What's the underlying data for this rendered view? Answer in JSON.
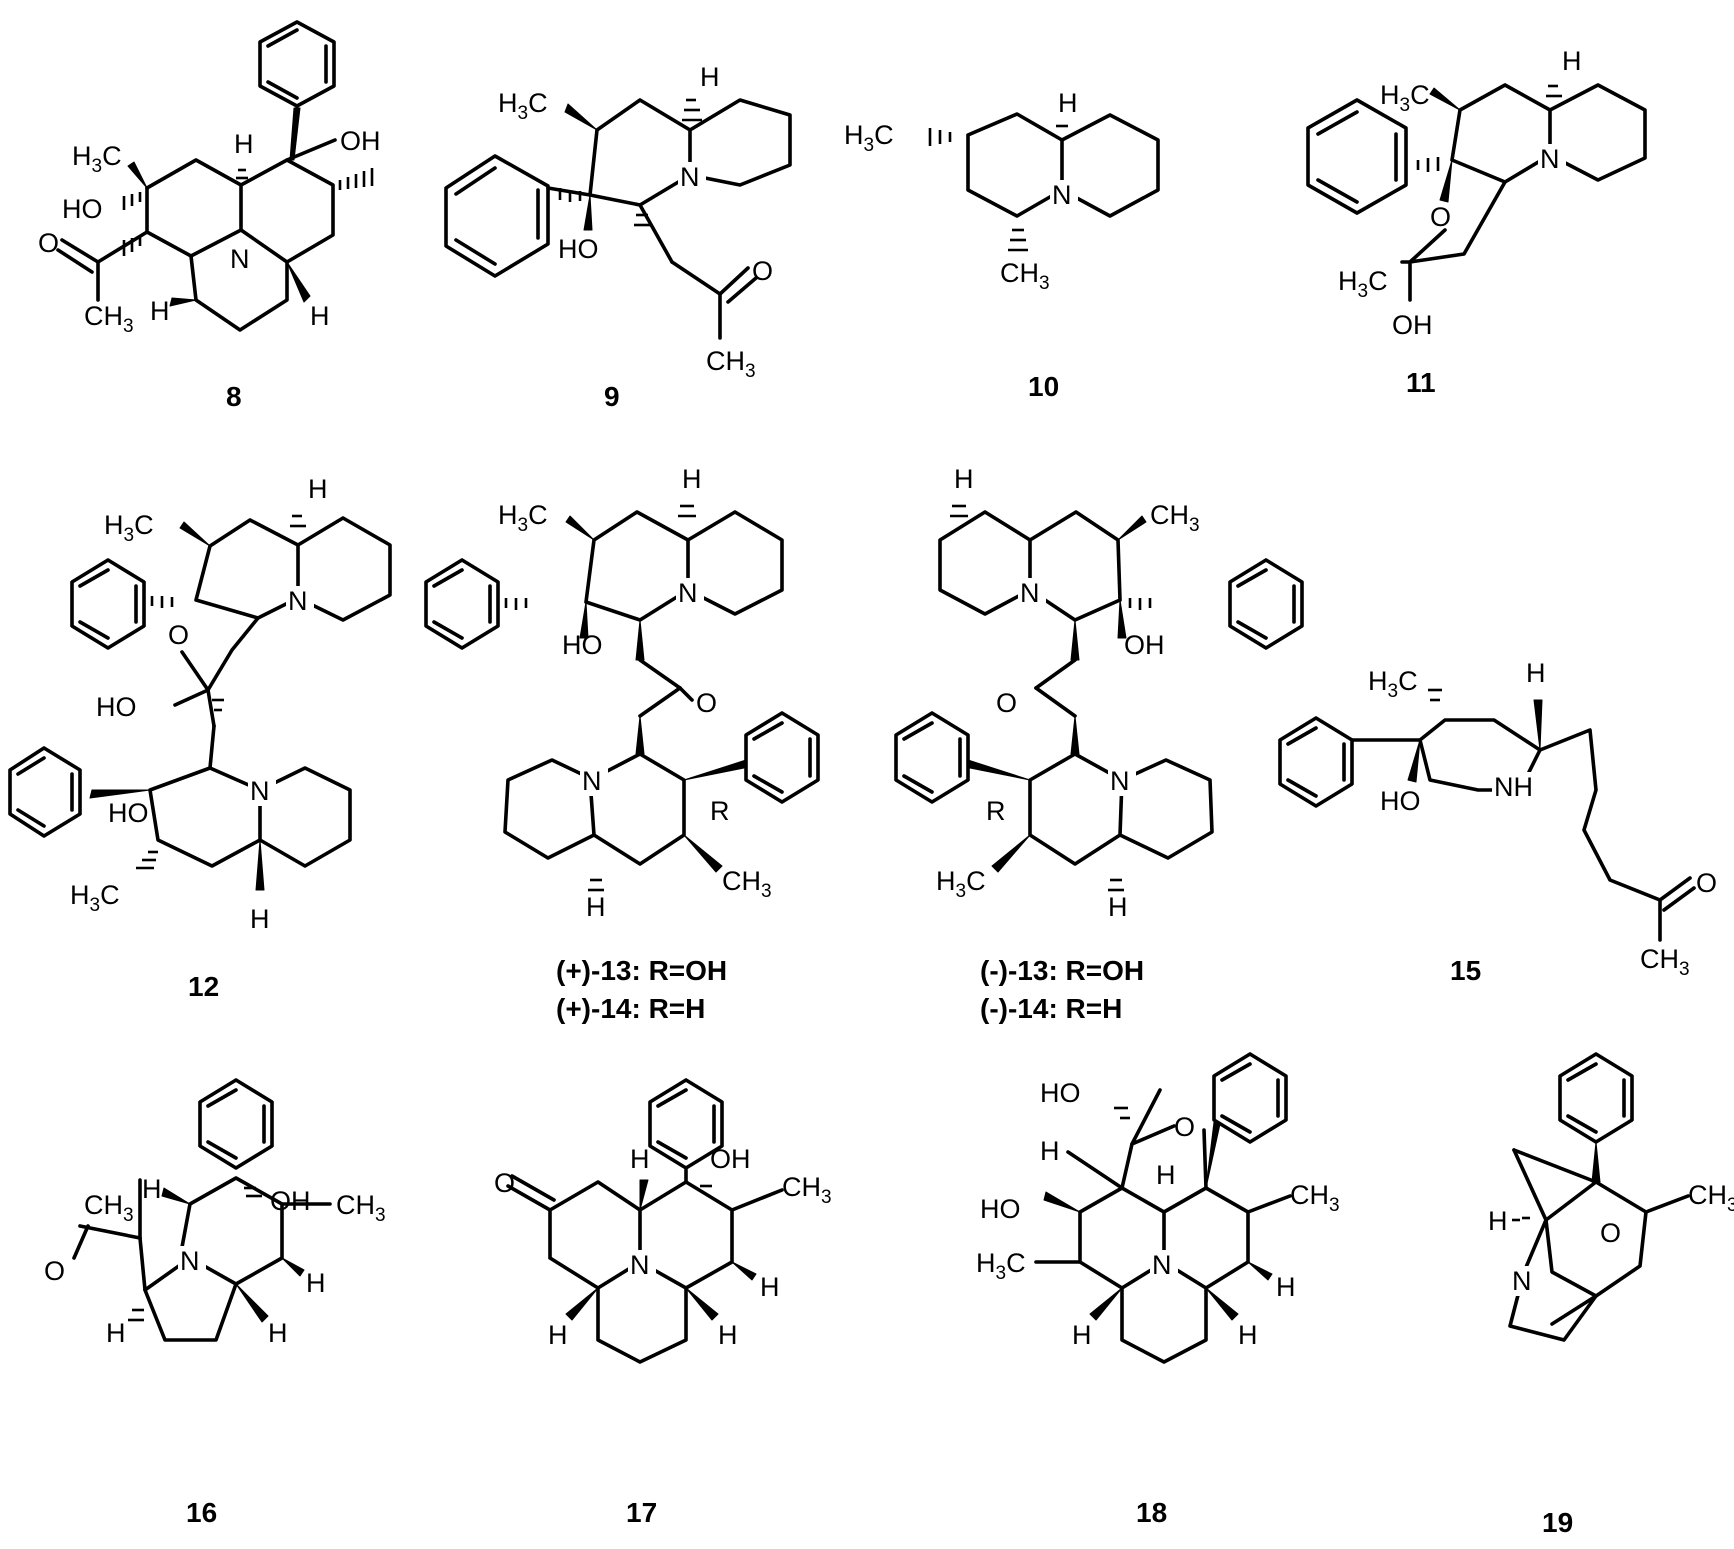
{
  "figure": {
    "compounds": [
      {
        "id": "8",
        "label": "8"
      },
      {
        "id": "9",
        "label": "9"
      },
      {
        "id": "10",
        "label": "10"
      },
      {
        "id": "11",
        "label": "11"
      },
      {
        "id": "12",
        "label": "12"
      },
      {
        "id": "13p",
        "label": "(+)-13: R=OH",
        "label2": "(+)-14: R=H"
      },
      {
        "id": "13m",
        "label": "(-)-13: R=OH",
        "label2": "(-)-14: R=H"
      },
      {
        "id": "15",
        "label": "15"
      },
      {
        "id": "16",
        "label": "16"
      },
      {
        "id": "17",
        "label": "17"
      },
      {
        "id": "18",
        "label": "18"
      },
      {
        "id": "19",
        "label": "19"
      }
    ],
    "atoms": {
      "H": "H",
      "N": "N",
      "O": "O",
      "R": "R",
      "NH": "NH",
      "OH": "OH",
      "HO": "HO",
      "CH": "CH",
      "H3C_H": "H",
      "C": "C",
      "three": "3"
    }
  }
}
